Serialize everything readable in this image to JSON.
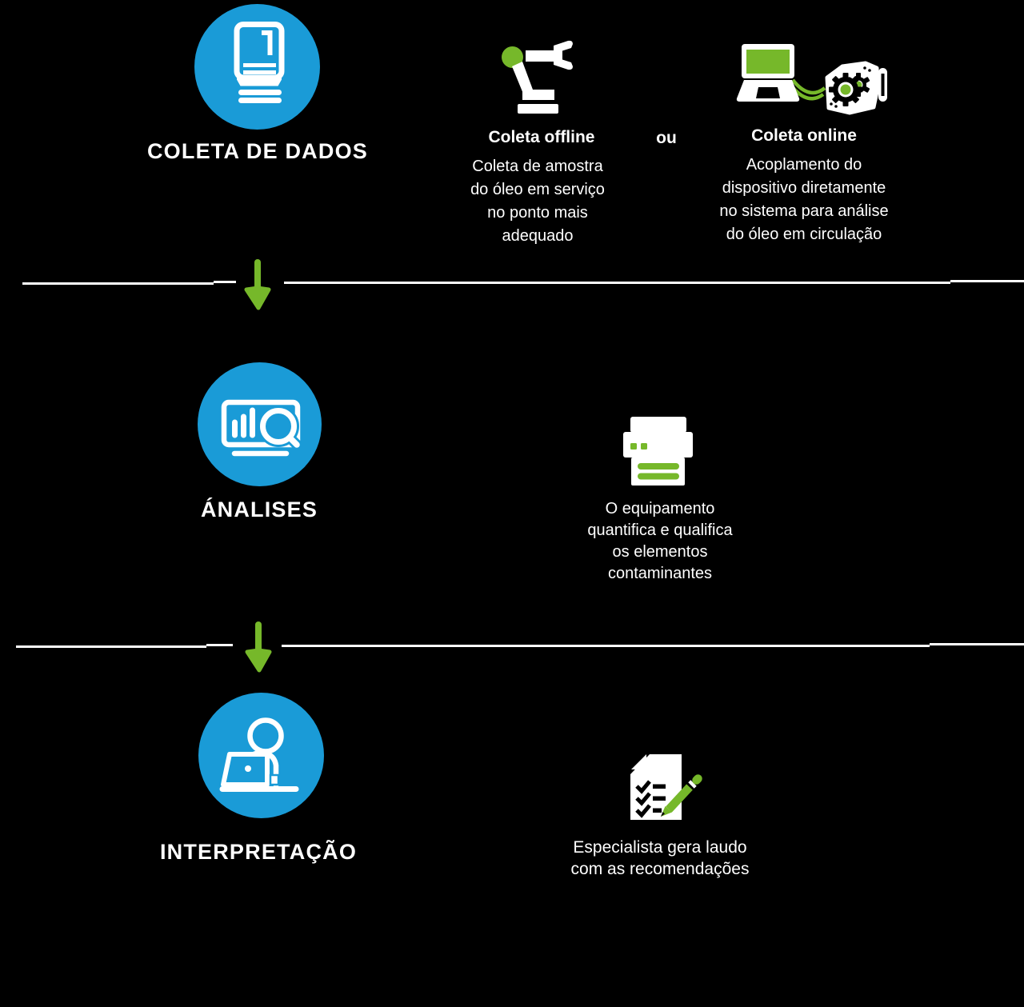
{
  "colors": {
    "background": "#000000",
    "circle_blue": "#1A9BD7",
    "accent_green": "#76B82A",
    "text_white": "#FFFFFF"
  },
  "steps": {
    "coleta": {
      "title": "COLETA DE DADOS",
      "offline": {
        "heading": "Coleta offline",
        "body": "Coleta de amostra\ndo óleo em serviço\nno ponto mais\nadequado"
      },
      "or_label": "ou",
      "online": {
        "heading": "Coleta online",
        "body": "Acoplamento do\ndispositivo diretamente\nno sistema para análise\ndo óleo em circulação"
      }
    },
    "analises": {
      "title": "ÁNALISES",
      "body": "O equipamento\nquantifica e qualifica\nos elementos\ncontaminantes"
    },
    "interpretacao": {
      "title": "INTERPRETAÇÃO",
      "body": "Especialista gera laudo\ncom as recomendações"
    }
  },
  "icons": {
    "step1_circle": "oil-sample-bottle-icon",
    "offline": "robot-arm-icon",
    "online": "laptop-sensor-connection-icon",
    "step2_circle": "chart-magnifier-icon",
    "step2_detail": "printer-icon",
    "step3_circle": "person-laptop-icon",
    "step3_detail": "report-checklist-pencil-icon",
    "flow_connector": "arrow-down-icon"
  }
}
